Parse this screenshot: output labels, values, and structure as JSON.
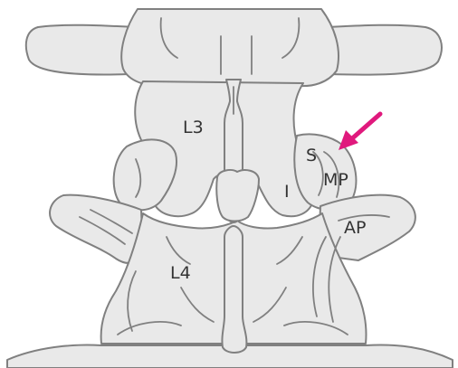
{
  "labels": {
    "l3": "L3",
    "l4": "L4",
    "s": "S",
    "i": "I",
    "mp": "MP",
    "ap": "AP"
  },
  "colors": {
    "bone_fill": "#e9e9e9",
    "outline": "#808080",
    "arrow": "#e0197d",
    "text": "#333333"
  }
}
